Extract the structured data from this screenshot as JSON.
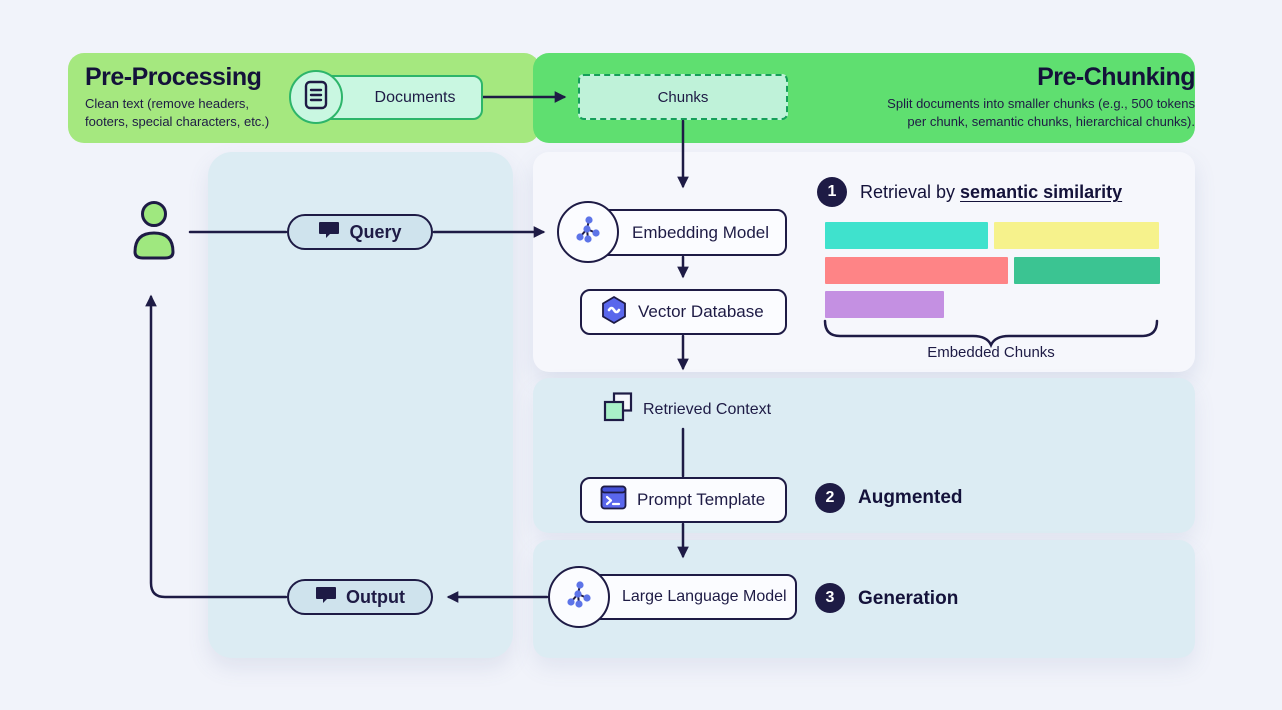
{
  "preprocessing": {
    "title": "Pre-Processing",
    "subtitle_line1": "Clean text (remove headers,",
    "subtitle_line2": "footers, special characters, etc.)",
    "documents_label": "Documents"
  },
  "prechunking": {
    "title": "Pre-Chunking",
    "subtitle_line1": "Split documents into smaller chunks (e.g., 500 tokens",
    "subtitle_line2": "per chunk, semantic chunks, hierarchical chunks).",
    "chunks_label": "Chunks"
  },
  "user_flow": {
    "query_label": "Query",
    "output_label": "Output"
  },
  "retrieval": {
    "step_number": "1",
    "heading_prefix": "Retrieval by ",
    "heading_emphasis": "semantic similarity",
    "embedding_model_label": "Embedding Model",
    "vector_database_label": "Vector Database",
    "embedded_chunks_label": "Embedded Chunks",
    "bars": [
      {
        "row": "1",
        "width": 163,
        "color": "#3fe2cd"
      },
      {
        "row": "1",
        "width": 165,
        "color": "#f6f28c"
      },
      {
        "row": "2",
        "width": 183,
        "color": "#fe8486"
      },
      {
        "row": "2",
        "width": 146,
        "color": "#3bc492"
      },
      {
        "row": "3",
        "width": 119,
        "color": "#c490e2"
      }
    ]
  },
  "augmented": {
    "step_number": "2",
    "label": "Augmented",
    "retrieved_context_label": "Retrieved Context",
    "prompt_template_label": "Prompt Template"
  },
  "generation": {
    "step_number": "3",
    "label": "Generation",
    "llm_label": "Large Language Model"
  },
  "colors": {
    "background": "#f1f3fa",
    "navy": "#1e1b45",
    "panel_preprocess_green": "#a5e87f",
    "panel_prechunk_green": "#5fdf70",
    "mint_fill": "#c9f7e1",
    "green_border": "#2db56a",
    "chunks_dashed_border": "#15a05a",
    "pale_blue_panel": "#dcecf3",
    "near_white_panel": "#f6f7fc",
    "pill_blue": "#cfe3ed",
    "icon_blue": "#5a67ec"
  }
}
